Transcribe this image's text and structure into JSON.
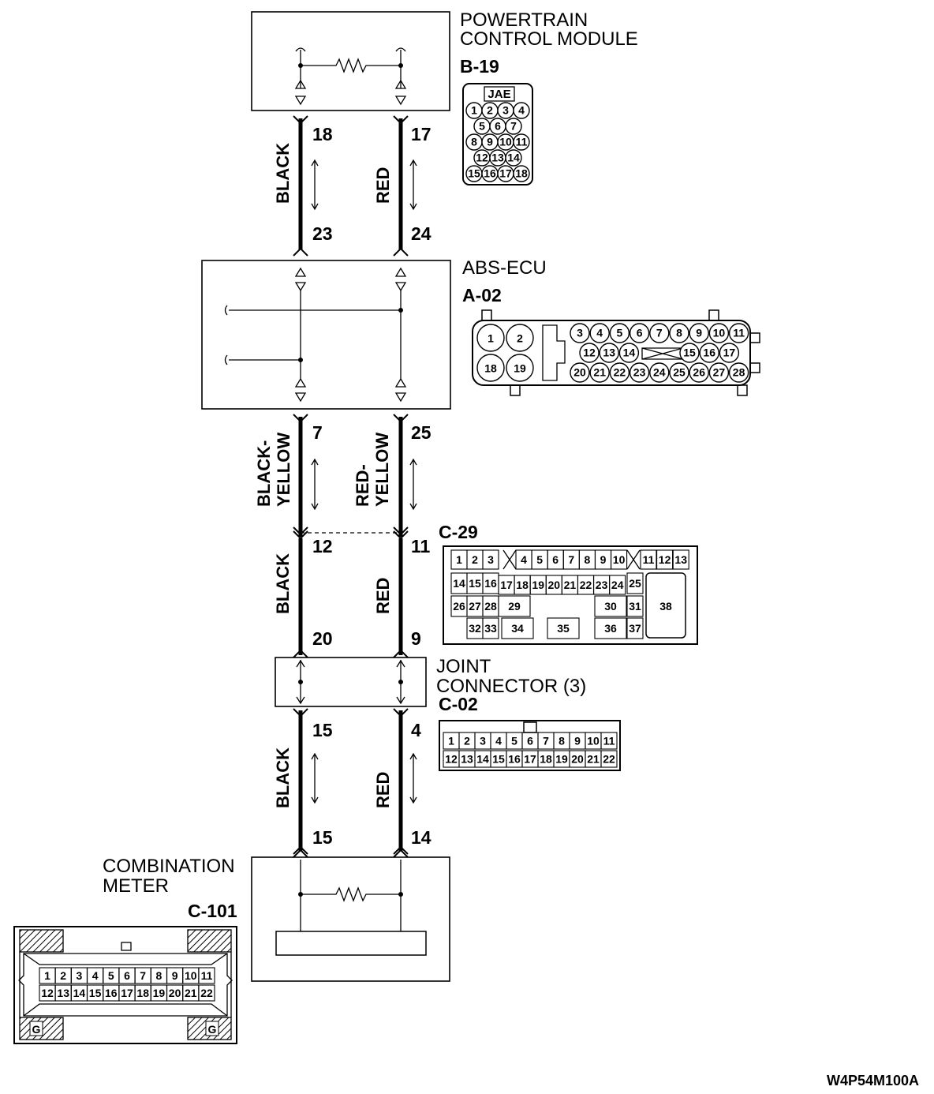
{
  "components": {
    "pcm": {
      "name_line1": "POWERTRAIN",
      "name_line2": "CONTROL MODULE",
      "code": "B-19",
      "connector_label": "JAE",
      "connector_rows": [
        [
          "1",
          "2",
          "3",
          "4"
        ],
        [
          "5",
          "6",
          "7"
        ],
        [
          "8",
          "9",
          "10",
          "11"
        ],
        [
          "12",
          "13",
          "14"
        ],
        [
          "15",
          "16",
          "17",
          "18"
        ]
      ]
    },
    "abs": {
      "name": "ABS-ECU",
      "code": "A-02",
      "big_pins": [
        "1",
        "2",
        "18",
        "19"
      ],
      "connector_rows": [
        [
          "3",
          "4",
          "5",
          "6",
          "7",
          "8",
          "9",
          "10",
          "11"
        ],
        [
          "12",
          "13",
          "14",
          "15",
          "16",
          "17"
        ],
        [
          "20",
          "21",
          "22",
          "23",
          "24",
          "25",
          "26",
          "27",
          "28"
        ]
      ]
    },
    "c29": {
      "code": "C-29",
      "row1a": [
        "1",
        "2",
        "3"
      ],
      "row1b": [
        "4",
        "5",
        "6",
        "7",
        "8",
        "9",
        "10"
      ],
      "row1c": [
        "11",
        "12",
        "13"
      ],
      "row2a": [
        "14",
        "15",
        "16"
      ],
      "row2b": [
        "17",
        "18",
        "19",
        "20",
        "21",
        "22",
        "23",
        "24"
      ],
      "row2c": [
        "25"
      ],
      "row3": [
        "26",
        "27",
        "28",
        "29",
        "30",
        "31"
      ],
      "row4": [
        "32",
        "33",
        "34",
        "35",
        "36",
        "37"
      ],
      "big": "38"
    },
    "joint": {
      "name_line1": "JOINT",
      "name_line2": "CONNECTOR (3)",
      "code": "C-02",
      "row1": [
        "1",
        "2",
        "3",
        "4",
        "5",
        "6",
        "7",
        "8",
        "9",
        "10",
        "11"
      ],
      "row2": [
        "12",
        "13",
        "14",
        "15",
        "16",
        "17",
        "18",
        "19",
        "20",
        "21",
        "22"
      ]
    },
    "meter": {
      "name_line1": "COMBINATION",
      "name_line2": "METER",
      "code": "C-101",
      "row1": [
        "1",
        "2",
        "3",
        "4",
        "5",
        "6",
        "7",
        "8",
        "9",
        "10",
        "11"
      ],
      "row2": [
        "12",
        "13",
        "14",
        "15",
        "16",
        "17",
        "18",
        "19",
        "20",
        "21",
        "22"
      ],
      "ground_label": "G"
    }
  },
  "wires": {
    "seg1": {
      "left_color": "BLACK",
      "right_color": "RED",
      "left_top": "18",
      "right_top": "17",
      "left_bottom": "23",
      "right_bottom": "24"
    },
    "seg2": {
      "left_color_line1": "BLACK-",
      "left_color_line2": "YELLOW",
      "right_color_line1": "RED-",
      "right_color_line2": "YELLOW",
      "left_top": "7",
      "right_top": "25"
    },
    "seg3": {
      "left_color": "BLACK",
      "right_color": "RED",
      "left_top": "12",
      "right_top": "11",
      "left_bottom": "20",
      "right_bottom": "9"
    },
    "seg4": {
      "left_color": "BLACK",
      "right_color": "RED",
      "left_top": "15",
      "right_top": "4",
      "left_bottom": "15",
      "right_bottom": "14"
    }
  },
  "figure_id": "W4P54M100A"
}
